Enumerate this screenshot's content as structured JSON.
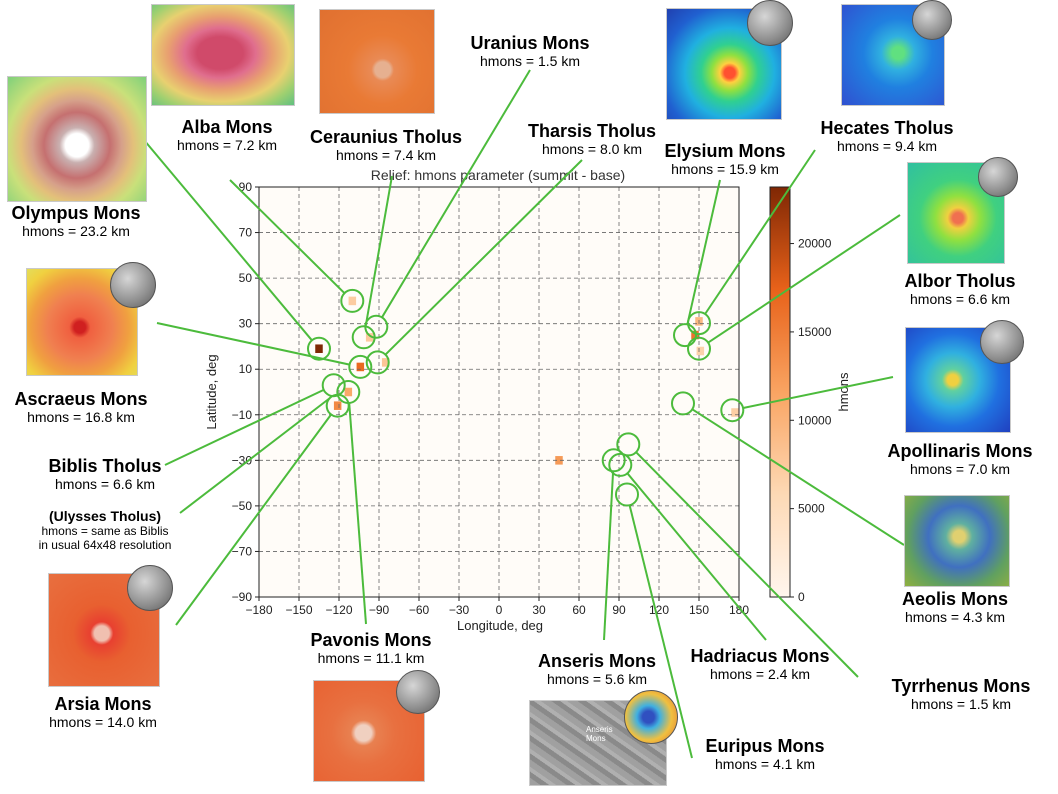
{
  "chart_data": {
    "type": "heatmap",
    "title": "Relief: hmons parameter (summit - base)",
    "xlabel": "Longitude, deg",
    "ylabel": "Latitude, deg",
    "xlim": [
      -180,
      180
    ],
    "ylim": [
      -90,
      90
    ],
    "xticks": [
      -180,
      -150,
      -120,
      -90,
      -60,
      -30,
      0,
      30,
      60,
      90,
      120,
      150,
      180
    ],
    "yticks": [
      90,
      70,
      50,
      30,
      10,
      -10,
      -30,
      -50,
      -70,
      -90
    ],
    "grid": true,
    "resolution": "64x48",
    "colorbar": {
      "label": "hmons",
      "range": [
        0,
        23200
      ],
      "ticks": [
        0,
        5000,
        10000,
        15000,
        20000
      ]
    },
    "colors": {
      "low": "#fdf3e8",
      "mid": "#f4a15d",
      "high": "#8b2a06"
    },
    "highlighted_cells": [
      {
        "lon": -135,
        "lat": 19,
        "value": 23200
      },
      {
        "lon": -104,
        "lat": 11,
        "value": 16800
      },
      {
        "lon": -121,
        "lat": -6,
        "value": 14000
      },
      {
        "lon": -113,
        "lat": 0,
        "value": 11100
      },
      {
        "lon": -110,
        "lat": 40,
        "value": 7200
      },
      {
        "lon": -97,
        "lat": 24,
        "value": 7400
      },
      {
        "lon": -85,
        "lat": 13,
        "value": 8000
      },
      {
        "lon": 147,
        "lat": 25,
        "value": 15900
      },
      {
        "lon": 150,
        "lat": 31,
        "value": 9400
      },
      {
        "lon": 151,
        "lat": 18,
        "value": 6600
      },
      {
        "lon": 177,
        "lat": -9,
        "value": 7000
      },
      {
        "lon": 45,
        "lat": -30,
        "value": 12500
      }
    ],
    "annotations": [
      {
        "name": "Olympus Mons",
        "value": "hmons = 23.2 km",
        "lon": -135,
        "lat": 19
      },
      {
        "name": "Alba Mons",
        "value": "hmons = 7.2 km",
        "lon": -110,
        "lat": 40
      },
      {
        "name": "Ceraunius Tholus",
        "value": "hmons = 7.4 km",
        "lon": -97,
        "lat": 24
      },
      {
        "name": "Uranius Mons",
        "value": "hmons = 1.5 km",
        "lon": -92,
        "lat": 26
      },
      {
        "name": "Tharsis Tholus",
        "value": "hmons = 8.0 km",
        "lon": -91,
        "lat": 13
      },
      {
        "name": "Elysium Mons",
        "value": "hmons = 15.9 km",
        "lon": 147,
        "lat": 25
      },
      {
        "name": "Hecates Tholus",
        "value": "hmons = 9.4 km",
        "lon": 150,
        "lat": 32
      },
      {
        "name": "Albor Tholus",
        "value": "hmons = 6.6 km",
        "lon": 150,
        "lat": 19
      },
      {
        "name": "Ascraeus Mons",
        "value": "hmons = 16.8 km",
        "lon": -104,
        "lat": 11
      },
      {
        "name": "Biblis Tholus",
        "value": "hmons = 6.6 km",
        "lon": -124,
        "lat": 3
      },
      {
        "name": "Pavonis Mons",
        "value": "hmons = 11.1 km",
        "lon": -113,
        "lat": 0
      },
      {
        "name": "Arsia Mons",
        "value": "hmons = 14.0 km",
        "lon": -121,
        "lat": -6
      },
      {
        "name": "Apollinaris Mons",
        "value": "hmons = 7.0 km",
        "lon": 175,
        "lat": -8
      },
      {
        "name": "Aeolis Mons",
        "value": "hmons = 4.3 km",
        "lon": 138,
        "lat": -5
      },
      {
        "name": "Anseris Mons",
        "value": "hmons = 5.6 km",
        "lon": 86,
        "lat": -30
      },
      {
        "name": "Hadriacus Mons",
        "value": "hmons = 2.4 km",
        "lon": 91,
        "lat": -32
      },
      {
        "name": "Tyrrhenus Mons",
        "value": "hmons = 1.5 km",
        "lon": 97,
        "lat": -23
      },
      {
        "name": "Euripus Mons",
        "value": "hmons = 4.1 km",
        "lon": 96,
        "lat": -45
      }
    ]
  },
  "labels": {
    "olympus": {
      "name": "Olympus Mons",
      "value": "hmons = 23.2 km"
    },
    "alba": {
      "name": "Alba Mons",
      "value": "hmons = 7.2 km"
    },
    "ceraunius": {
      "name": "Ceraunius Tholus",
      "value": "hmons = 7.4 km"
    },
    "uranius": {
      "name": "Uranius Mons",
      "value": "hmons = 1.5 km"
    },
    "tharsis": {
      "name": "Tharsis Tholus",
      "value": "hmons = 8.0 km"
    },
    "elysium": {
      "name": "Elysium Mons",
      "value": "hmons = 15.9 km"
    },
    "hecates": {
      "name": "Hecates Tholus",
      "value": "hmons = 9.4 km"
    },
    "albor": {
      "name": "Albor Tholus",
      "value": "hmons = 6.6 km"
    },
    "ascraeus": {
      "name": "Ascraeus Mons",
      "value": "hmons = 16.8 km"
    },
    "biblis": {
      "name": "Biblis Tholus",
      "value": "hmons = 6.6 km"
    },
    "ulysses": {
      "name": "(Ulysses Tholus)",
      "note1": "hmons = same as Biblis",
      "note2": "in usual 64x48 resolution"
    },
    "pavonis": {
      "name": "Pavonis Mons",
      "value": "hmons = 11.1 km"
    },
    "arsia": {
      "name": "Arsia Mons",
      "value": "hmons = 14.0 km"
    },
    "apollinaris": {
      "name": "Apollinaris Mons",
      "value": "hmons = 7.0 km"
    },
    "aeolis": {
      "name": "Aeolis Mons",
      "value": "hmons = 4.3 km"
    },
    "anseris": {
      "name": "Anseris Mons",
      "value": "hmons = 5.6 km"
    },
    "hadriacus": {
      "name": "Hadriacus Mons",
      "value": "hmons = 2.4 km"
    },
    "tyrrhenus": {
      "name": "Tyrrhenus Mons",
      "value": "hmons = 1.5 km"
    },
    "euripus": {
      "name": "Euripus Mons",
      "value": "hmons = 4.1 km"
    }
  },
  "thumbnails": {
    "anseris_inset": "Anseris Mons"
  },
  "annotation_color": "#4cbb3c"
}
